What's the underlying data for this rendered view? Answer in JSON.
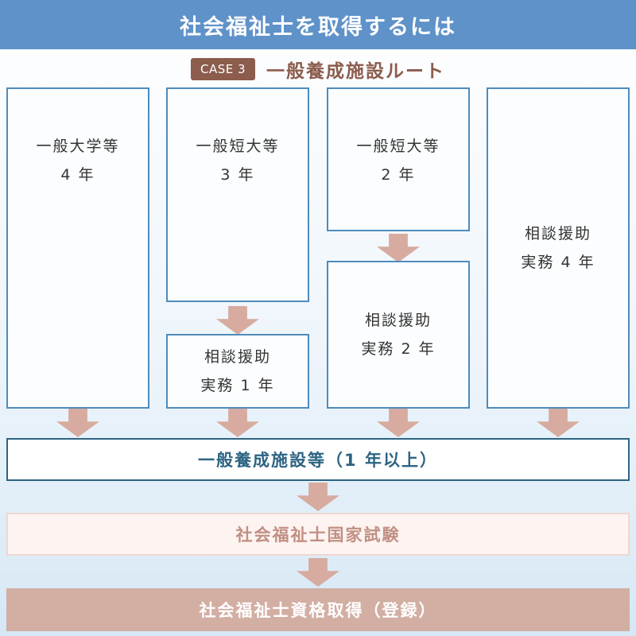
{
  "header": {
    "title": "社会福祉士を取得するには"
  },
  "case": {
    "badge": "CASE 3",
    "title": "一般養成施設ルート"
  },
  "columns": [
    {
      "school": {
        "line1": "一般大学等",
        "line2": "4 年"
      }
    },
    {
      "school": {
        "line1": "一般短大等",
        "line2": "3 年"
      },
      "practice": {
        "line1": "相談援助",
        "line2": "実務 1 年"
      }
    },
    {
      "school": {
        "line1": "一般短大等",
        "line2": "2 年"
      },
      "practice": {
        "line1": "相談援助",
        "line2": "実務 2 年"
      }
    },
    {
      "practice": {
        "line1": "相談援助",
        "line2": "実務 4 年"
      }
    }
  ],
  "facility": {
    "label": "一般養成施設等（1 年以上）"
  },
  "exam": {
    "label": "社会福祉士国家試験"
  },
  "registration": {
    "label": "社会福祉士資格取得（登録）"
  },
  "colors": {
    "header": "#5f92c9",
    "case_accent": "#8c5c4d",
    "box_border": "#4f8bbb",
    "facility_border": "#2d6482",
    "arrow": "#d7aba0",
    "exam_bg": "#fdf3f1",
    "registration_bg": "#d2aea3"
  }
}
